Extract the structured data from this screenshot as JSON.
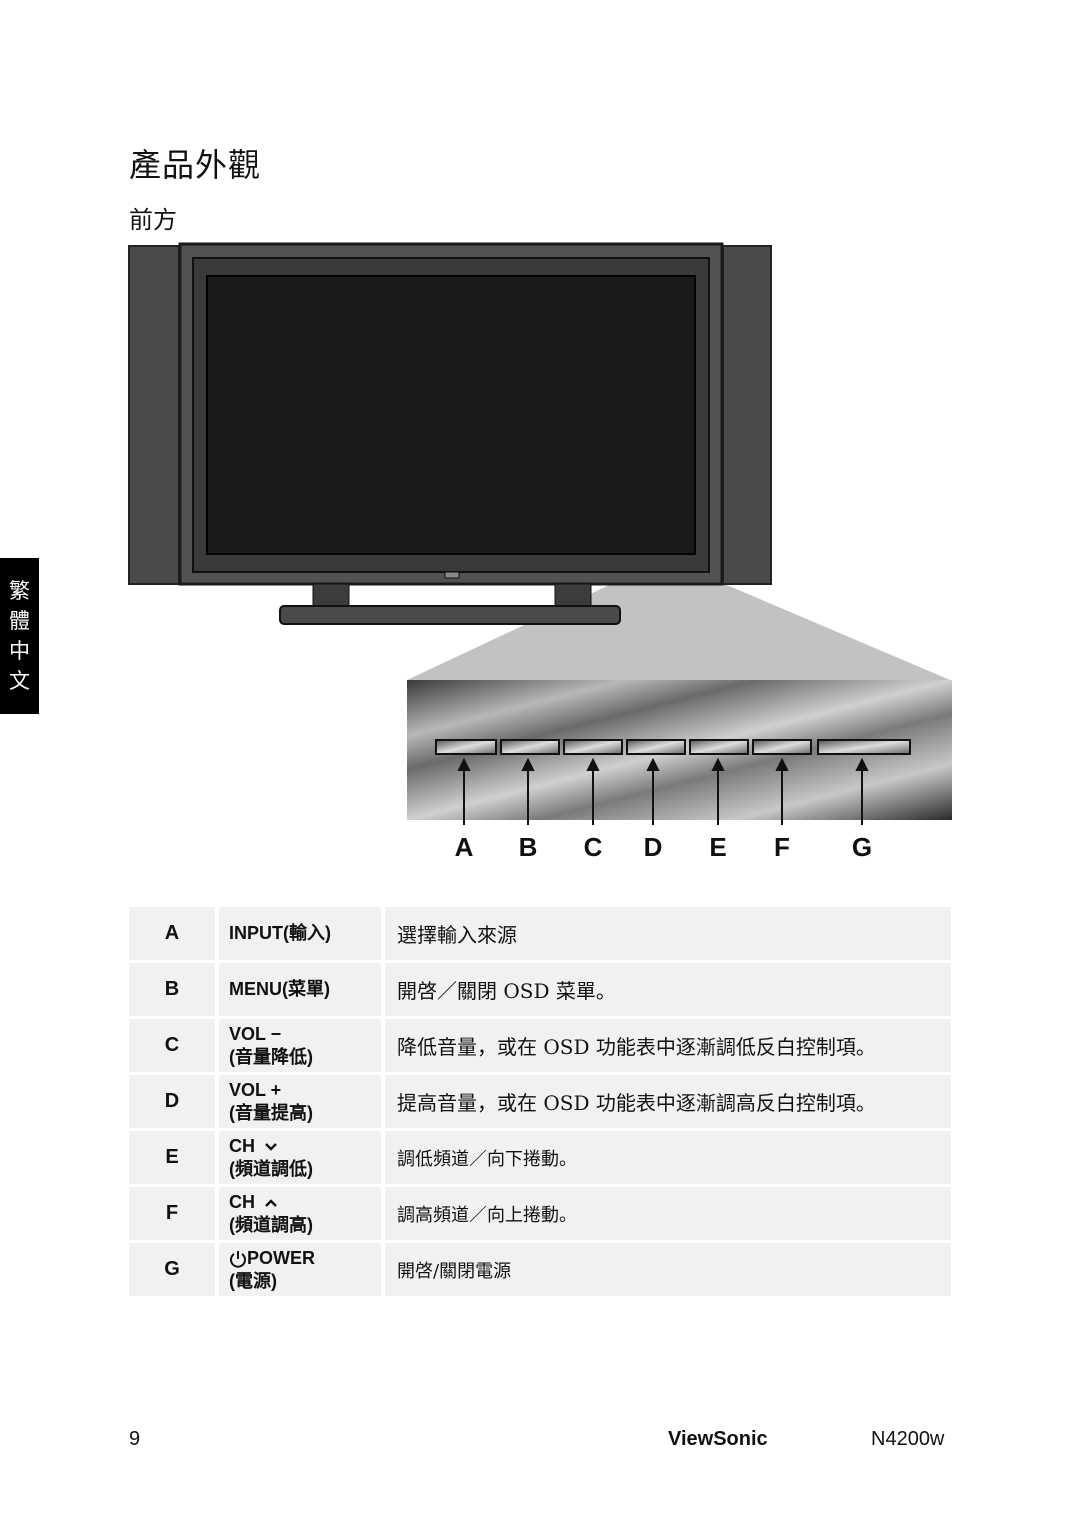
{
  "page": {
    "title": "產品外觀",
    "subtitle": "前方",
    "side_tab": [
      "繁",
      "體",
      "中",
      "文"
    ]
  },
  "figure": {
    "button_letters": [
      "A",
      "B",
      "C",
      "D",
      "E",
      "F",
      "G"
    ]
  },
  "table": {
    "rows": [
      {
        "key": "A",
        "name": "INPUT(輸入)",
        "name2": "",
        "desc": "選擇輸入來源",
        "icon": ""
      },
      {
        "key": "B",
        "name": "MENU(菜單)",
        "name2": "",
        "desc": "開啓／關閉 OSD 菜單。",
        "icon": ""
      },
      {
        "key": "C",
        "name": "VOL −",
        "name2": "(音量降低)",
        "desc": "降低音量，或在 OSD 功能表中逐漸調低反白控制項。",
        "icon": ""
      },
      {
        "key": "D",
        "name": "VOL +",
        "name2": "(音量提高)",
        "desc": "提高音量，或在 OSD 功能表中逐漸調高反白控制項。",
        "icon": ""
      },
      {
        "key": "E",
        "name": "CH",
        "name2": "(頻道調低)",
        "desc": "調低頻道／向下捲動。",
        "icon": "chevron-down-icon"
      },
      {
        "key": "F",
        "name": "CH",
        "name2": "(頻道調高)",
        "desc": "調高頻道／向上捲動。",
        "icon": "chevron-up-icon"
      },
      {
        "key": "G",
        "name": "POWER",
        "name2": "(電源)",
        "desc": "開啓/關閉電源",
        "icon": "power-icon"
      }
    ]
  },
  "footer": {
    "page_number": "9",
    "brand": "ViewSonic",
    "model": "N4200w"
  }
}
